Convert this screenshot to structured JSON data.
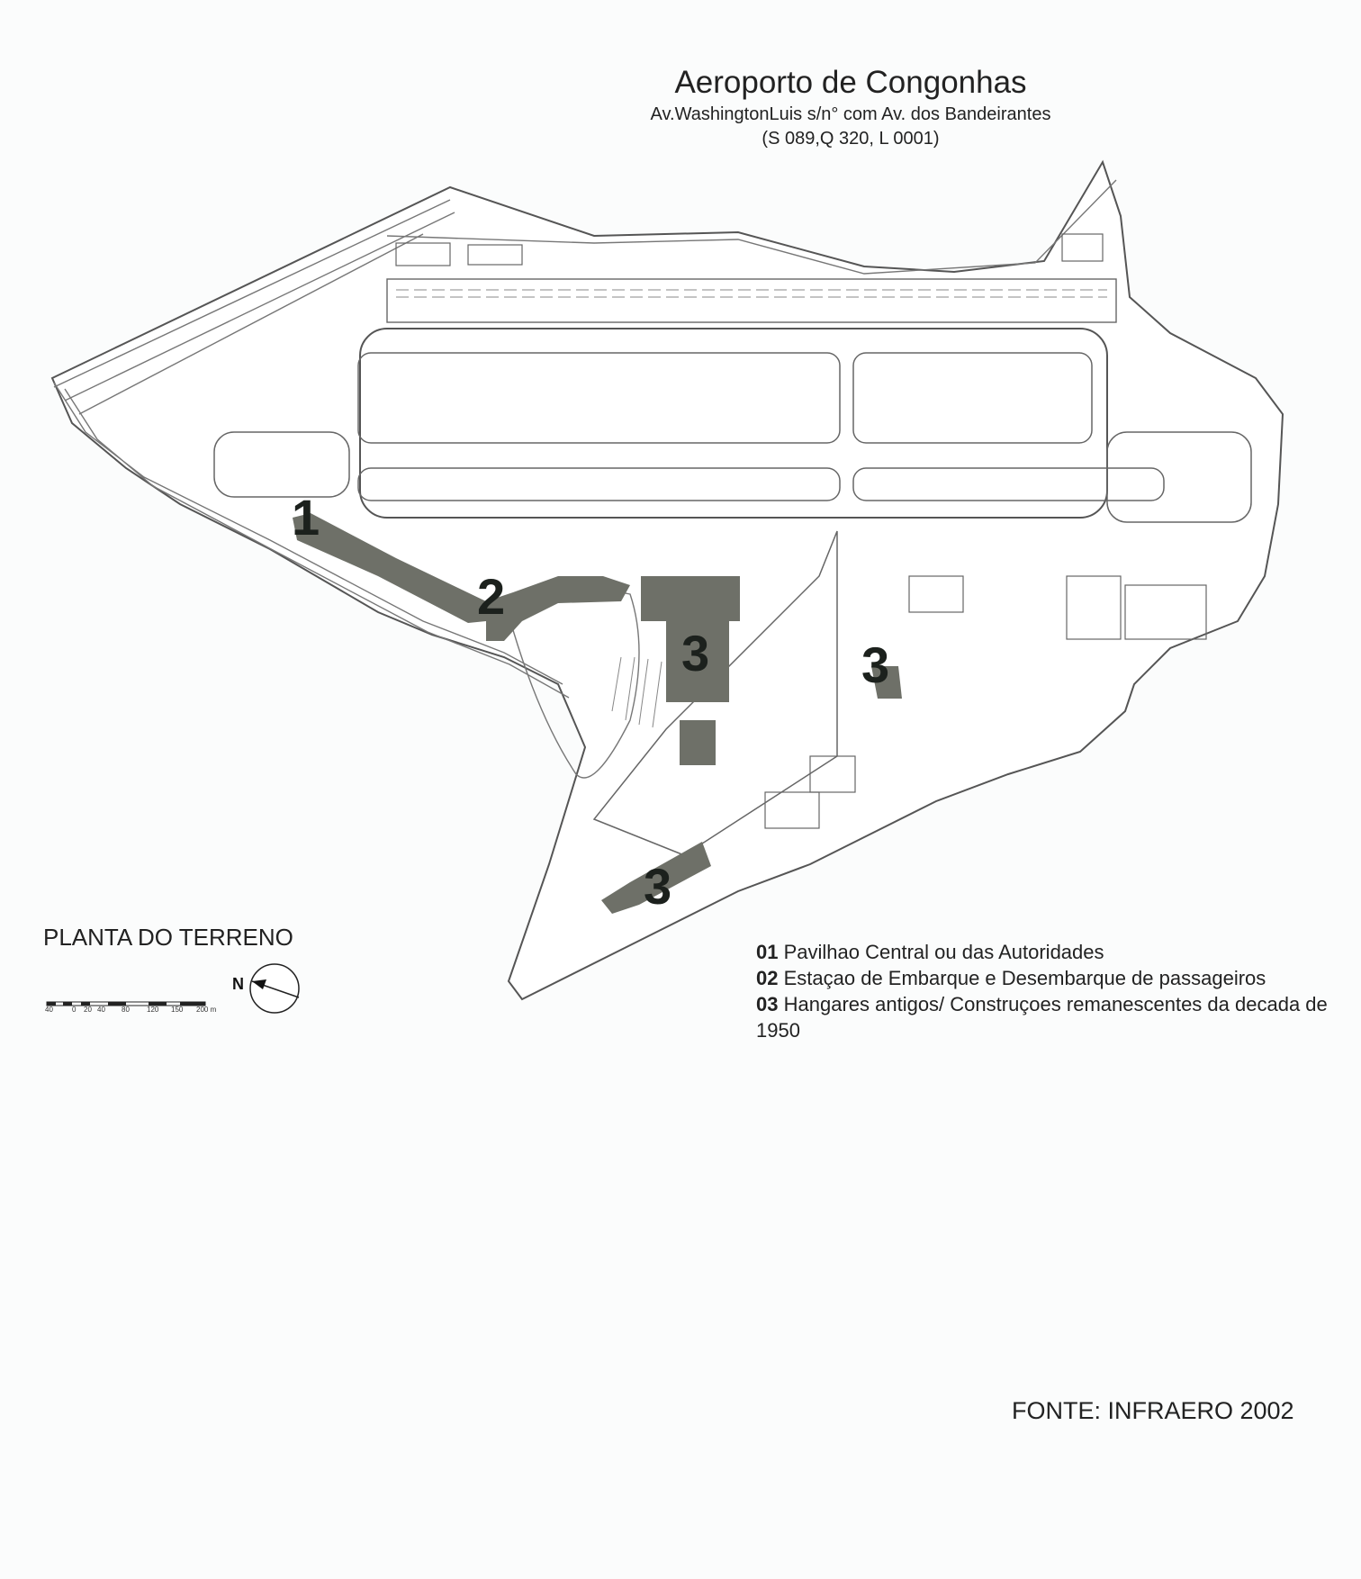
{
  "header": {
    "title": "Aeroporto de Congonhas",
    "address": "Av.WashingtonLuis s/n° com Av. dos Bandeirantes",
    "lot": "(S 089,Q 320, L 0001)"
  },
  "map": {
    "plant_label": "PLANTA DO TERRENO",
    "north_label": "N",
    "scale_ticks": [
      "40",
      "0",
      "20",
      "40",
      "80",
      "120",
      "150",
      "200 m"
    ],
    "markers": {
      "m1": "1",
      "m2": "2",
      "m3a": "3",
      "m3b": "3",
      "m3c": "3"
    },
    "highlight_color": "#6e7068",
    "marker_color": "#1c211d"
  },
  "legend": [
    {
      "code": "01",
      "text": "Pavilhao Central ou das Autoridades"
    },
    {
      "code": "02",
      "text": "Estaçao de Embarque e Desembarque de passageiros"
    },
    {
      "code": "03",
      "text": "Hangares antigos/ Construçoes remanescentes da decada de 1950"
    }
  ],
  "source": "FONTE: INFRAERO 2002"
}
